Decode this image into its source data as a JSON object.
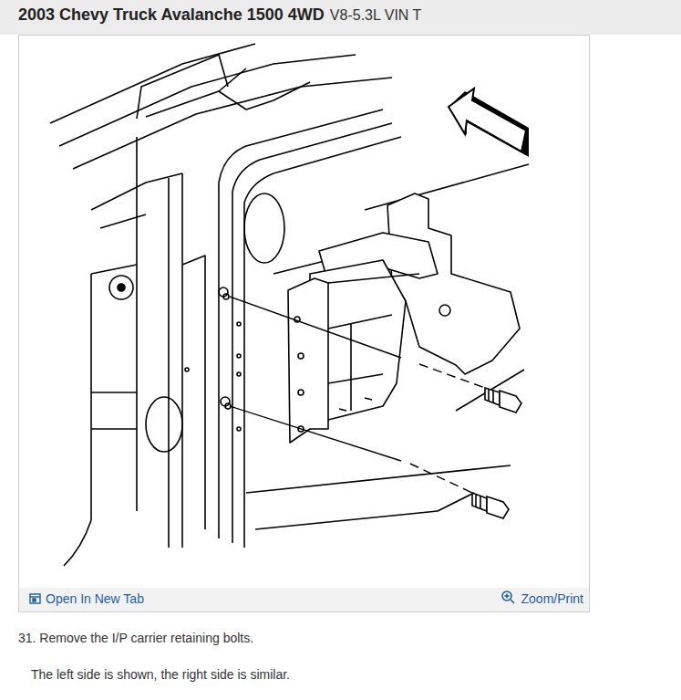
{
  "diagram": {
    "title": "2003 Chevy Truck Avalanche 1500 4WD",
    "labels": [
      "V8-5.3L VIN T",
      "Open In New Tab",
      "Zoom/Print",
      "31. Remove the I/P carrier retaining bolts.",
      "The left side is shown, the right side is similar."
    ]
  }
}
